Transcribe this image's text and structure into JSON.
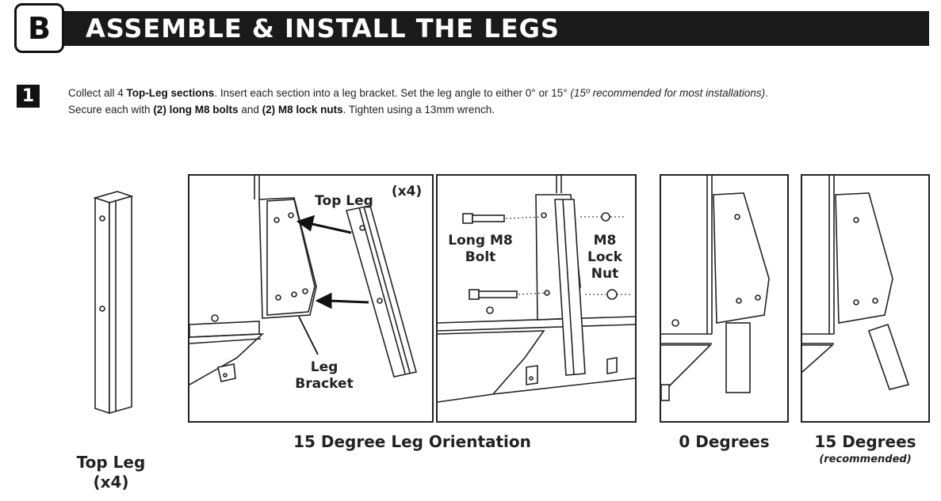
{
  "header": {
    "section_letter": "B",
    "title": "ASSEMBLE & INSTALL THE LEGS"
  },
  "step": {
    "number": "1",
    "line1": [
      {
        "text": "Collect all 4 ",
        "style": "normal"
      },
      {
        "text": "Top-Leg sections",
        "style": "bold"
      },
      {
        "text": ". Insert each section into a leg bracket. Set the leg angle to either 0° or 15° ",
        "style": "normal"
      },
      {
        "text": "(15º recommended for most installations)",
        "style": "italic"
      },
      {
        "text": ".",
        "style": "normal"
      }
    ],
    "line2": [
      {
        "text": "Secure each with ",
        "style": "normal"
      },
      {
        "text": "(2) long M8 bolts",
        "style": "bold"
      },
      {
        "text": " and ",
        "style": "normal"
      },
      {
        "text": "(2) M8 lock nuts",
        "style": "bold"
      },
      {
        "text": ". Tighten using a 13mm wrench.",
        "style": "normal"
      }
    ]
  },
  "figures": {
    "top_leg_caption_line1": "Top Leg",
    "top_leg_caption_line2": "(x4)",
    "panel1": {
      "top_leg_label": "Top Leg",
      "quantity": "(x4)",
      "leg_label": "Leg",
      "bracket_label": "Bracket"
    },
    "panel2": {
      "bolt_label_line1": "Long M8",
      "bolt_label_line2": "Bolt",
      "nut_label_line1": "M8",
      "nut_label_line2": "Lock",
      "nut_label_line3": "Nut"
    },
    "orientation_caption": "15 Degree Leg Orientation",
    "zero_caption": "0 Degrees",
    "fifteen_caption": "15 Degrees",
    "fifteen_sub": "(recommended)"
  }
}
